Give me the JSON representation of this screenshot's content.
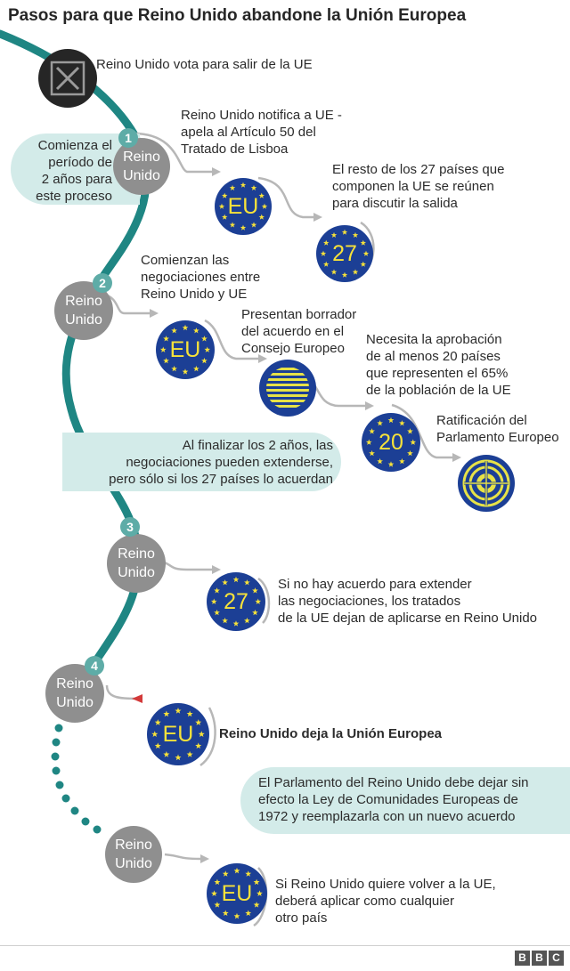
{
  "title": "Pasos para que Reino Unido abandone la Unión Europea",
  "colors": {
    "path": "#1f8683",
    "connector": "#b7b7b7",
    "uk_circle": "#8f8f8f",
    "number_badge": "#5eaca7",
    "eu_blue": "#1c3f95",
    "eu_yellow": "#f7e23a",
    "bubble": "#d3ebe9",
    "arrow_red": "#d33a3a"
  },
  "vote": {
    "text": "Reino Unido vota para salir de la UE",
    "icon": "ballot-x-icon"
  },
  "notes": {
    "period": [
      "Comienza el",
      "período de",
      "2 años para",
      "este proceso"
    ],
    "extend": [
      "Al finalizar los 2 años, las",
      "negociaciones pueden extenderse,",
      "pero sólo si los 27 países lo acuerdan"
    ],
    "parliament": [
      "El Parlamento del Reino Unido debe dejar sin",
      "efecto la Ley de Comunidades Europeas de",
      "1972 y reemplazarla con un nuevo acuerdo"
    ]
  },
  "uk_label": [
    "Reino",
    "Unido"
  ],
  "badges": [
    "1",
    "2",
    "3",
    "4"
  ],
  "steps": {
    "notify": [
      "Reino Unido notifica a UE -",
      "apela al Artículo 50 del",
      "Tratado de Lisboa"
    ],
    "meet": [
      "El resto de los 27 países que",
      "componen la UE se reúnen",
      "para discutir la salida"
    ],
    "negotiate": [
      "Comienzan las",
      "negociaciones entre",
      "Reino Unido y UE"
    ],
    "draft": [
      "Presentan borrador",
      "del acuerdo en el",
      "Consejo Europeo"
    ],
    "approval": [
      "Necesita la aprobación",
      "de al menos 20 países",
      "que representen el 65%",
      "de la población de la UE"
    ],
    "ratify": [
      "Ratificación del",
      "Parlamento Europeo"
    ],
    "no_deal": [
      "Si no hay acuerdo para extender",
      "las negociaciones, los tratados",
      "de la UE dejan de aplicarse en Reino Unido"
    ],
    "leaves": "Reino Unido deja la Unión Europea",
    "rejoin": [
      "Si Reino Unido quiere volver a la UE,",
      "deberá aplicar como cualquier",
      "otro país"
    ]
  },
  "eu_labels": {
    "eu": "EU",
    "twenty_seven": "27",
    "twenty": "20"
  },
  "icons": {
    "council": "council-stripes-icon",
    "parliament": "parliament-target-icon"
  },
  "footer": {
    "logo": [
      "B",
      "B",
      "C"
    ]
  }
}
